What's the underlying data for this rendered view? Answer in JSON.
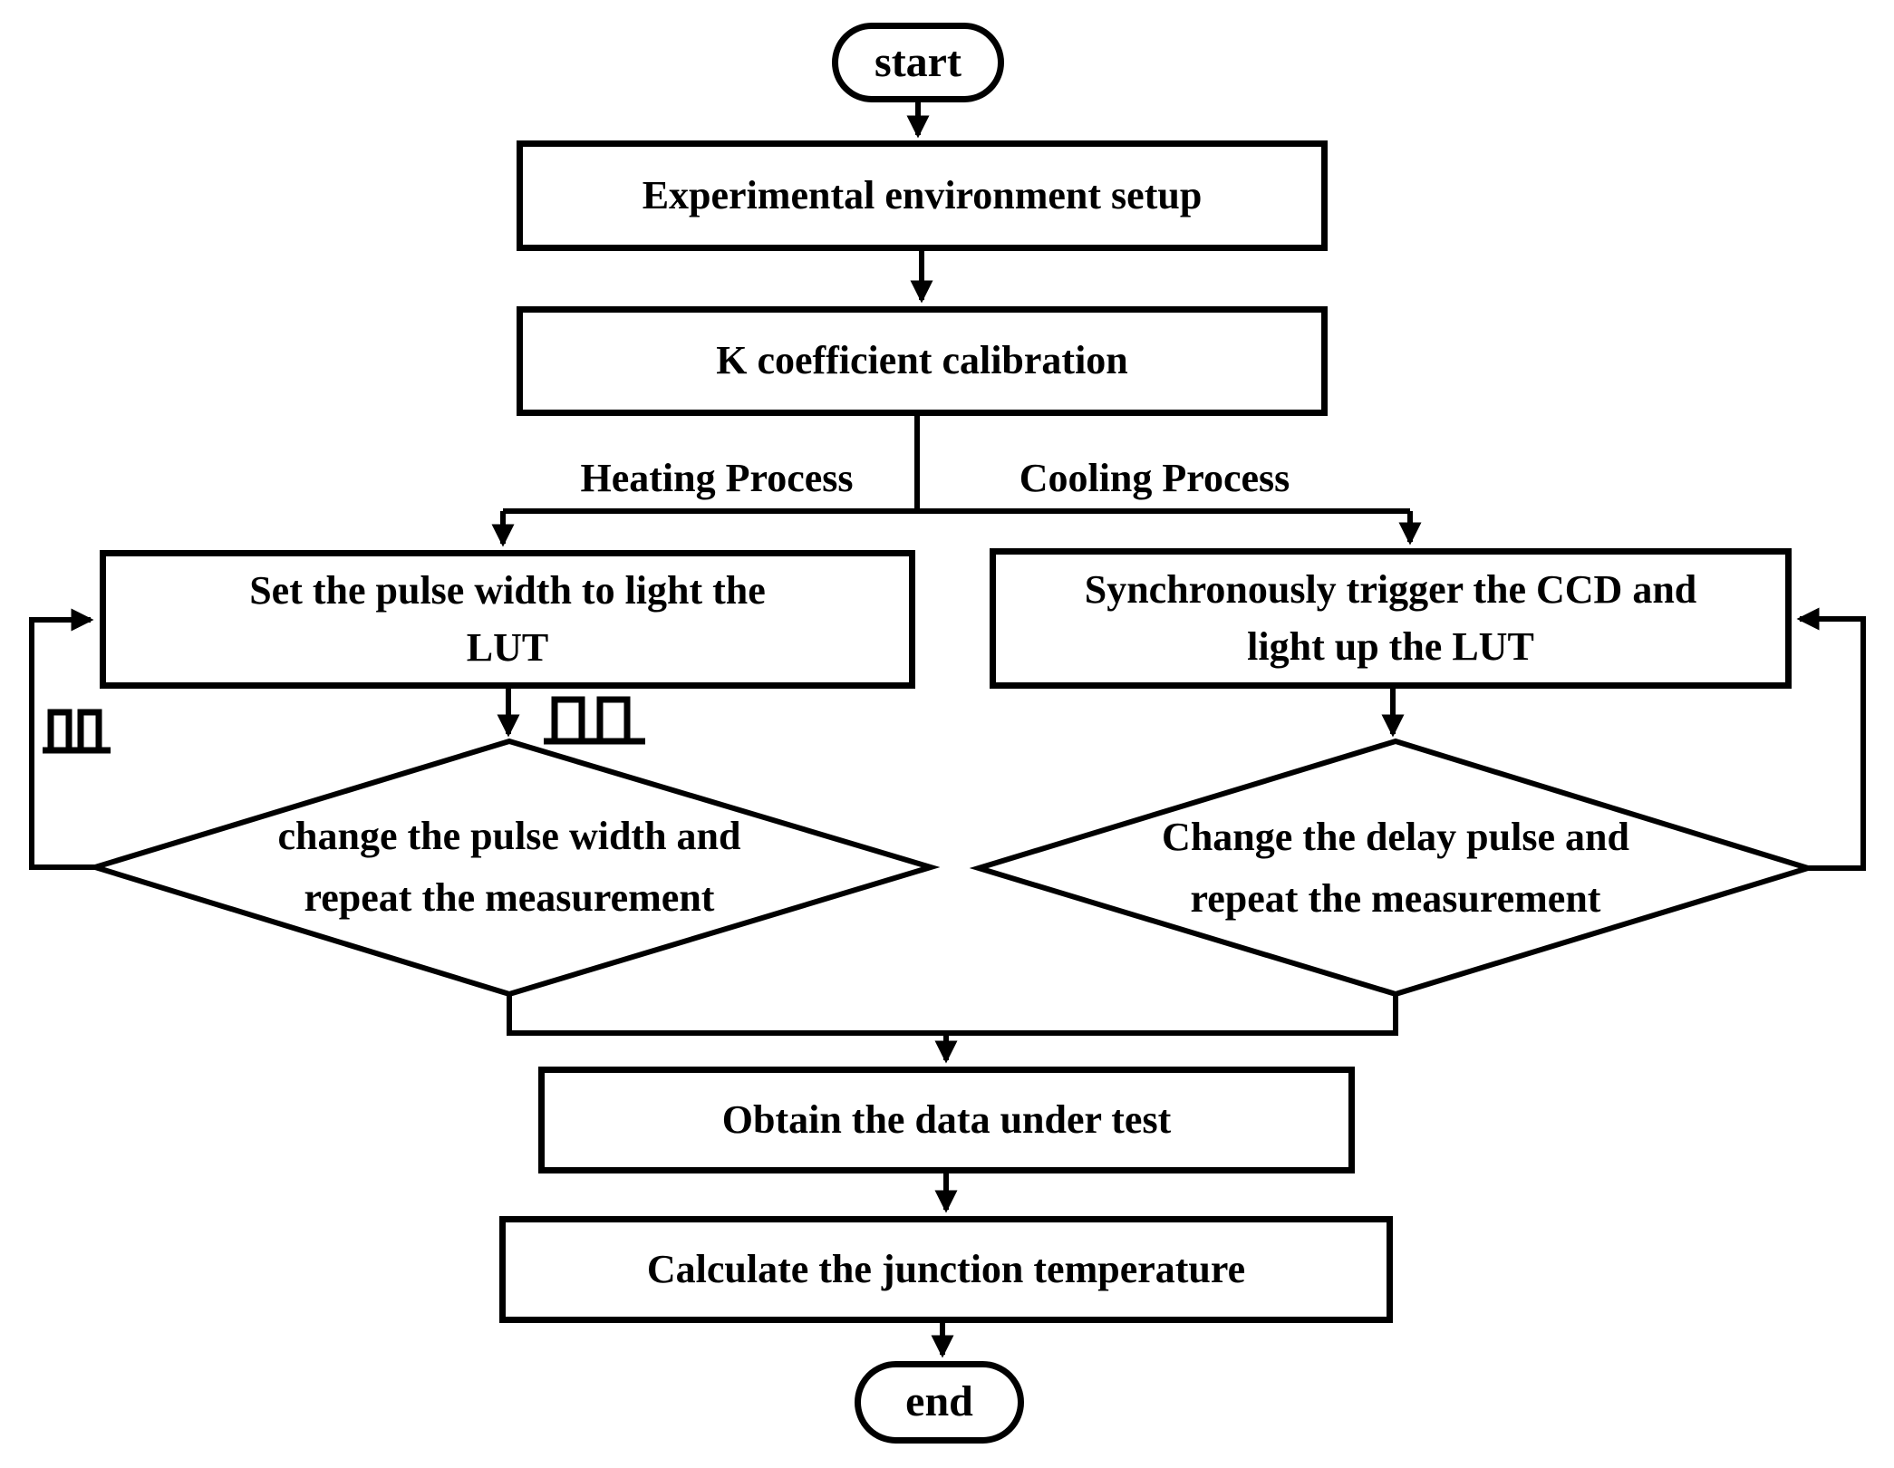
{
  "colors": {
    "ink": "#000000",
    "paper": "#ffffff"
  },
  "flow": {
    "start_label": "start",
    "setup_label": "Experimental environment setup",
    "calibration_label": "K coefficient calibration",
    "heating_branch_label": "Heating Process",
    "cooling_branch_label": "Cooling Process",
    "set_pulse": {
      "line1": "Set the pulse width to light the",
      "line2": "LUT"
    },
    "sync_trigger": {
      "line1": "Synchronously trigger the CCD and",
      "line2": "light up the LUT"
    },
    "change_pulse": {
      "line1": "change the pulse width and",
      "line2": "repeat the measurement"
    },
    "change_delay": {
      "line1": "Change the delay pulse and",
      "line2": "repeat the measurement"
    },
    "obtain_label": "Obtain the data under test",
    "calculate_label": "Calculate the junction temperature",
    "end_label": "end",
    "icons": {
      "left_pulse": "pulse-waveform",
      "mid_pulse": "pulse-waveform"
    }
  }
}
